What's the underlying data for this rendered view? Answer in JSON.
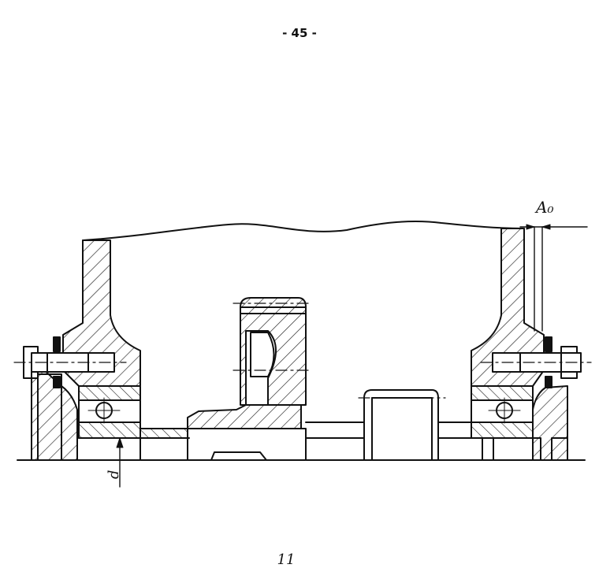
{
  "page_number": "- 45 -",
  "figure_number": "11",
  "labels": {
    "clearance": "A₀",
    "diameter": "d"
  }
}
